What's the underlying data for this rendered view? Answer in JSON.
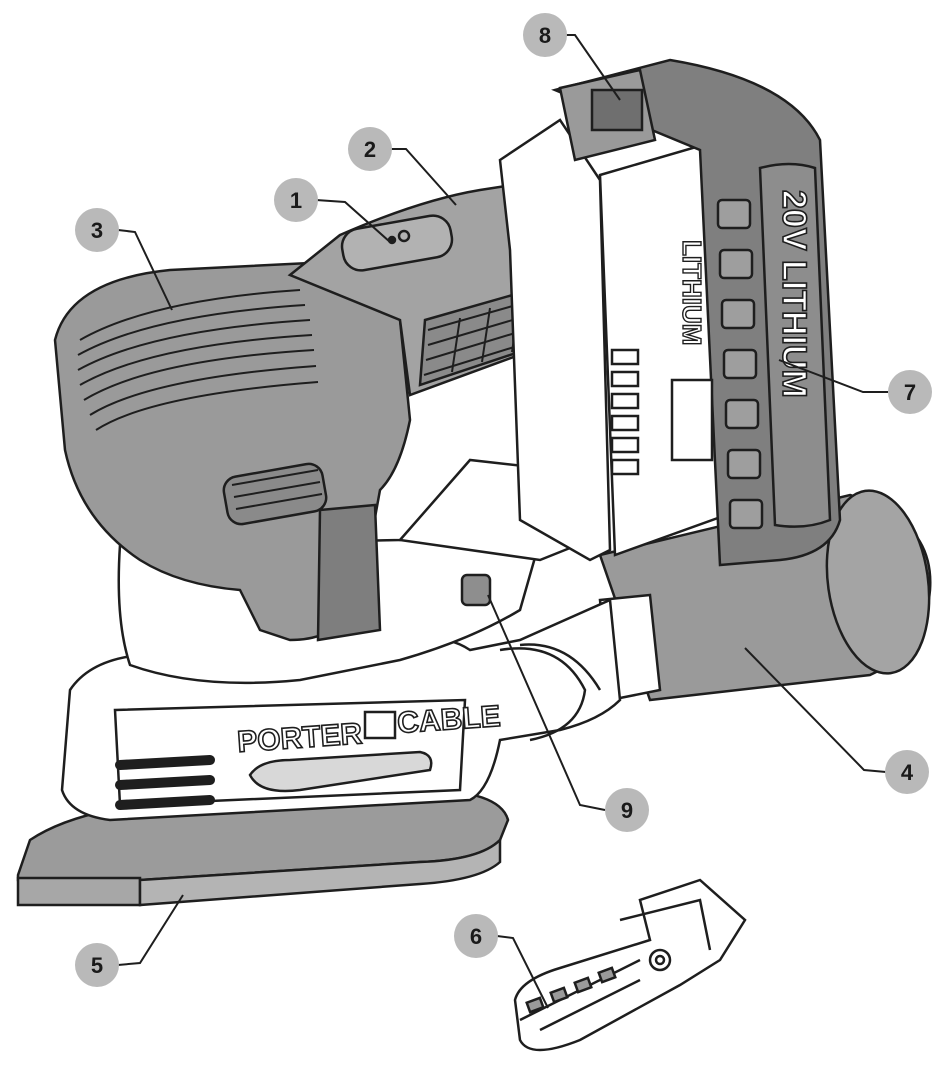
{
  "figure": {
    "brand_left": "PORTER",
    "brand_right": "CABLE",
    "battery_side_text": "LITHIUM",
    "battery_face_text": "20V LITHIUM",
    "colors": {
      "body_dark": "#8a8a8a",
      "body_mid": "#a9a9a9",
      "body_light": "#ffffff",
      "outline": "#1e1e1e",
      "callout_fill": "#b9b9b9"
    }
  },
  "callouts": [
    {
      "number": "1"
    },
    {
      "number": "2"
    },
    {
      "number": "3"
    },
    {
      "number": "4"
    },
    {
      "number": "5"
    },
    {
      "number": "6"
    },
    {
      "number": "7"
    },
    {
      "number": "8"
    },
    {
      "number": "9"
    }
  ]
}
